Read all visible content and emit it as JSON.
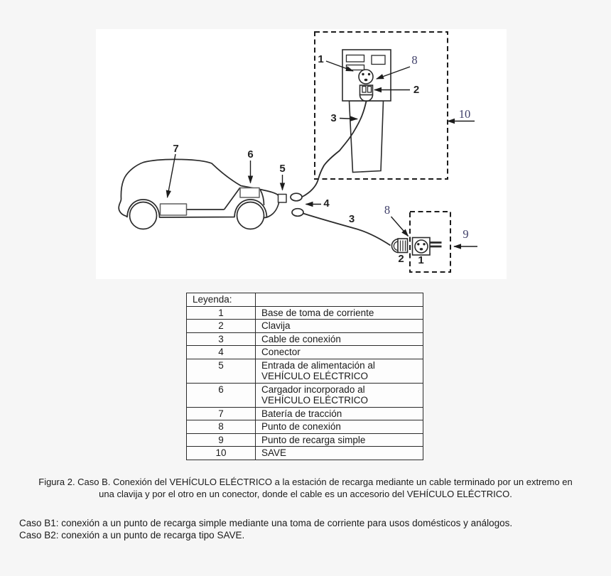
{
  "colors": {
    "page_bg": "#f6f6f6",
    "diagram_bg": "#ffffff",
    "line": "#2b2b2b",
    "serif_label": "#40406a"
  },
  "diagram": {
    "labels": [
      {
        "id": "station-socket-outlet",
        "text": "1"
      },
      {
        "id": "station-connection-point",
        "text": "8"
      },
      {
        "id": "station-plug",
        "text": "2"
      },
      {
        "id": "station-cable",
        "text": "3"
      },
      {
        "id": "save-box",
        "text": "10"
      },
      {
        "id": "traction-battery",
        "text": "7"
      },
      {
        "id": "onboard-charger",
        "text": "6"
      },
      {
        "id": "vehicle-inlet",
        "text": "5"
      },
      {
        "id": "connector",
        "text": "4"
      },
      {
        "id": "cable-b1",
        "text": "3"
      },
      {
        "id": "connection-point-b1",
        "text": "8"
      },
      {
        "id": "plug-b1",
        "text": "2"
      },
      {
        "id": "socket-outlet-b1",
        "text": "1"
      },
      {
        "id": "simple-charge-point",
        "text": "9"
      }
    ]
  },
  "legend": {
    "title": "Leyenda:",
    "rows": [
      {
        "num": "1",
        "desc": "Base de toma de corriente"
      },
      {
        "num": "2",
        "desc": "Clavija"
      },
      {
        "num": "3",
        "desc": "Cable de conexión"
      },
      {
        "num": "4",
        "desc": "Conector"
      },
      {
        "num": "5",
        "desc": "Entrada de alimentación al\nVEHÍCULO ELÉCTRICO"
      },
      {
        "num": "6",
        "desc": "Cargador incorporado al\nVEHÍCULO ELÉCTRICO"
      },
      {
        "num": "7",
        "desc": "Batería de tracción"
      },
      {
        "num": "8",
        "desc": "Punto de conexión"
      },
      {
        "num": "9",
        "desc": "Punto de recarga simple"
      },
      {
        "num": "10",
        "desc": "SAVE"
      }
    ]
  },
  "caption": {
    "line1": "Figura 2. Caso B. Conexión del VEHÍCULO ELÉCTRICO a la estación de recarga mediante un cable terminado por un extremo en",
    "line2": "una clavija y por el otro en un conector, donde el cable es un accesorio del VEHÍCULO ELÉCTRICO."
  },
  "cases": {
    "b1": "Caso B1: conexión a un punto de recarga simple mediante una toma de corriente para usos domésticos y análogos.",
    "b2": "Caso B2: conexión a un punto de recarga tipo SAVE."
  }
}
